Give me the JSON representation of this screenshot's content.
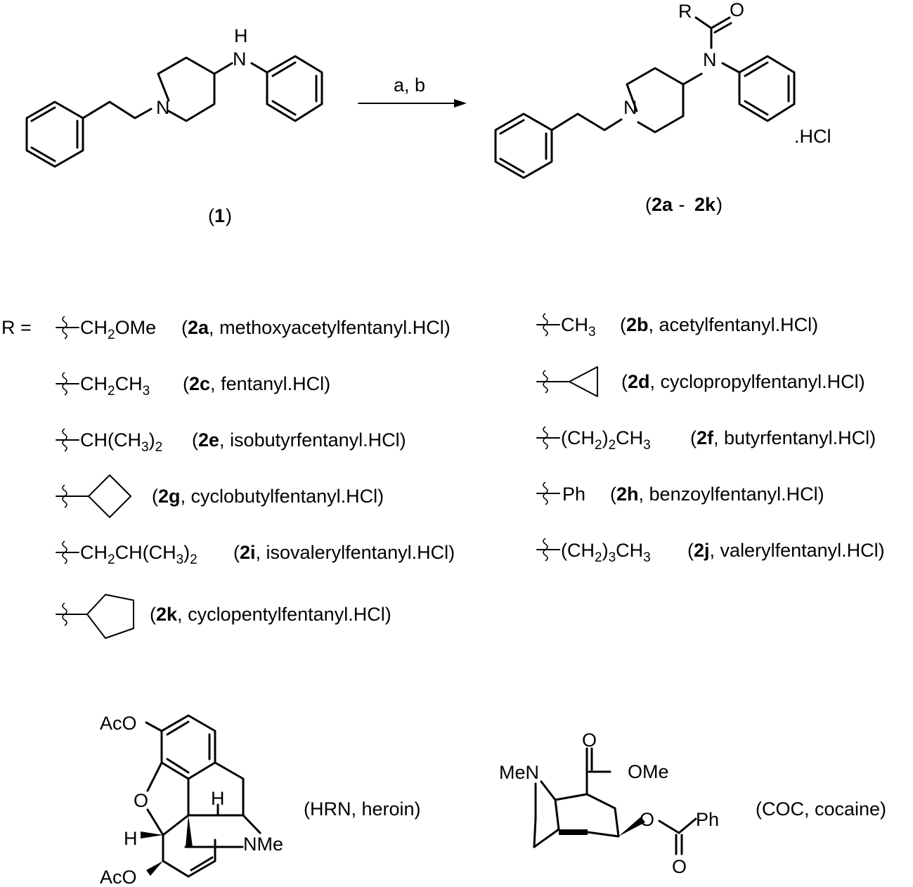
{
  "reaction": {
    "conditions": "a, b",
    "start_label": {
      "open": "(",
      "bold": "1",
      "close": ")"
    },
    "product_label": {
      "open": "(",
      "bold1": "2a",
      "dash": " - ",
      "bold2": "2k",
      "close": ")"
    },
    "product_salt": ".HCl",
    "atoms": {
      "N": "N",
      "H": "H",
      "R": "R",
      "O": "O"
    }
  },
  "substituent_prefix": "R =",
  "substituents": [
    {
      "group": "CH2OMe",
      "code": "2a",
      "name": "methoxyacetylfentanyl.HCl"
    },
    {
      "group": "CH3",
      "code": "2b",
      "name": "acetylfentanyl.HCl"
    },
    {
      "group": "CH2CH3",
      "code": "2c",
      "name": "fentanyl.HCl"
    },
    {
      "group": "cyclopropyl",
      "code": "2d",
      "name": "cyclopropylfentanyl.HCl"
    },
    {
      "group": "CH(CH3)2",
      "code": "2e",
      "name": "isobutyrfentanyl.HCl"
    },
    {
      "group": "(CH2)2CH3",
      "code": "2f",
      "name": "butyrfentanyl.HCl"
    },
    {
      "group": "cyclobutyl",
      "code": "2g",
      "name": "cyclobutylfentanyl.HCl"
    },
    {
      "group": "Ph",
      "code": "2h",
      "name": "benzoylfentanyl.HCl"
    },
    {
      "group": "CH2CH(CH3)2",
      "code": "2i",
      "name": "isovalerylfentanyl.HCl"
    },
    {
      "group": "(CH2)3CH3",
      "code": "2j",
      "name": "valerylfentanyl.HCl"
    },
    {
      "group": "cyclopentyl",
      "code": "2k",
      "name": "cyclopentylfentanyl.HCl"
    }
  ],
  "heroin": {
    "label": "(HRN, heroin)",
    "atoms": {
      "AcO_top": "AcO",
      "AcO_bottom": "AcO",
      "O": "O",
      "H_left": "H",
      "H_top": "H",
      "NMe": "NMe"
    }
  },
  "cocaine": {
    "label": "(COC, cocaine)",
    "atoms": {
      "MeN": "MeN",
      "O_ester": "O",
      "OMe": "OMe",
      "O_link": "O",
      "Ph": "Ph",
      "O_carbonyl": "O"
    }
  }
}
